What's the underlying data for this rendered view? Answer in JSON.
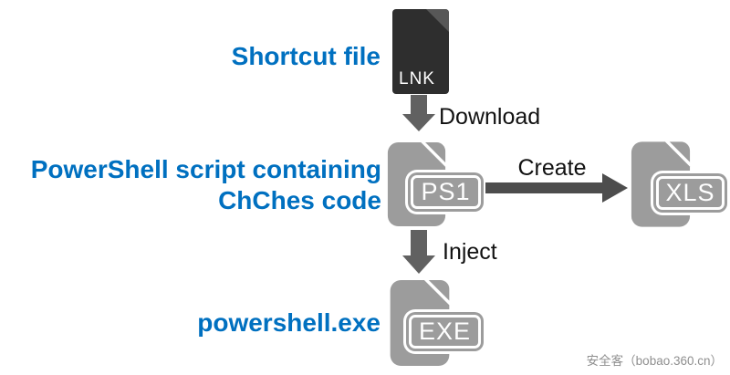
{
  "colors": {
    "accent_blue": "#0070c0",
    "icon_gray": "#9c9c9c",
    "icon_dark_body": "#2e2e2e",
    "icon_dark_fold": "#575757",
    "arrow_down_gray": "#616161",
    "arrow_right_gray": "#4d4d4d",
    "label_black": "#111111",
    "watermark_gray": "#8f8f8f"
  },
  "flow": {
    "nodes": {
      "lnk": {
        "label": "Shortcut file",
        "file_type": "LNK"
      },
      "ps1": {
        "label_line1": "PowerShell script containing",
        "label_line2": "ChChes code",
        "file_type": "PS1"
      },
      "xls": {
        "file_type": "XLS"
      },
      "exe": {
        "label": "powershell.exe",
        "file_type": "EXE"
      }
    },
    "edges": {
      "lnk_to_ps1": {
        "label": "Download",
        "direction": "down"
      },
      "ps1_to_xls": {
        "label": "Create",
        "direction": "right"
      },
      "ps1_to_exe": {
        "label": "Inject",
        "direction": "down"
      }
    }
  },
  "watermark": {
    "text": "安全客（bobao.360.cn）"
  }
}
